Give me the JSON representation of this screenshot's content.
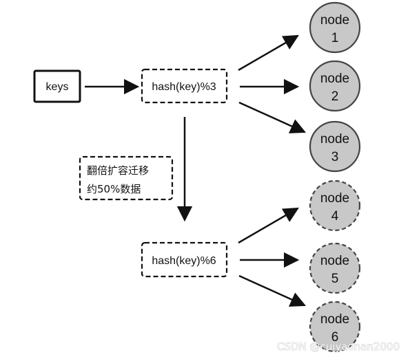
{
  "keys_box": {
    "label": "keys"
  },
  "hash_top": {
    "label": "hash(key)%3"
  },
  "hash_bottom": {
    "label": "hash(key)%6"
  },
  "migration_note": {
    "line1": "翻倍扩容迁移",
    "line2": "约50%数据"
  },
  "nodes": [
    {
      "word": "node",
      "number": "1",
      "state": "existing"
    },
    {
      "word": "node",
      "number": "2",
      "state": "existing"
    },
    {
      "word": "node",
      "number": "3",
      "state": "existing"
    },
    {
      "word": "node",
      "number": "4",
      "state": "new"
    },
    {
      "word": "node",
      "number": "5",
      "state": "new"
    },
    {
      "word": "node",
      "number": "6",
      "state": "new"
    }
  ],
  "watermark": {
    "text": "CSDN @cuiyaonan2000"
  },
  "colors": {
    "node_fill": "#c8c8c8",
    "node_stroke": "#444444",
    "stroke": "#111111",
    "background": "#ffffff"
  }
}
